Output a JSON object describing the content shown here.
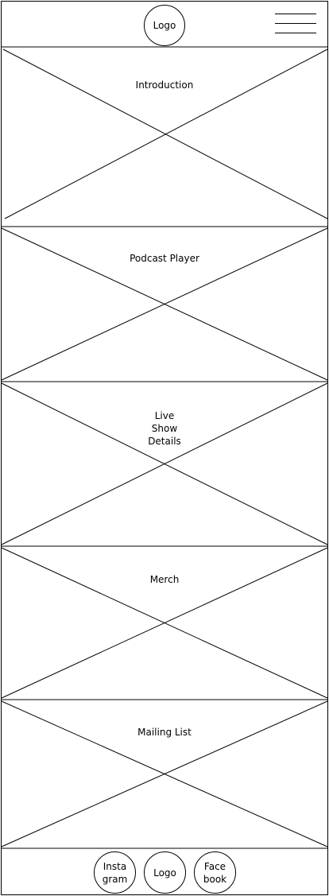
{
  "header": {
    "logo_label": "Logo"
  },
  "sections": {
    "introduction": "Introduction",
    "podcast_player": "Podcast Player",
    "live_show_details": "Live\nShow\nDetails",
    "merch": "Merch",
    "mailing_list": "Mailing List"
  },
  "footer": {
    "instagram_label": "Insta\ngram",
    "logo_label": "Logo",
    "facebook_label": "Face\nbook"
  }
}
